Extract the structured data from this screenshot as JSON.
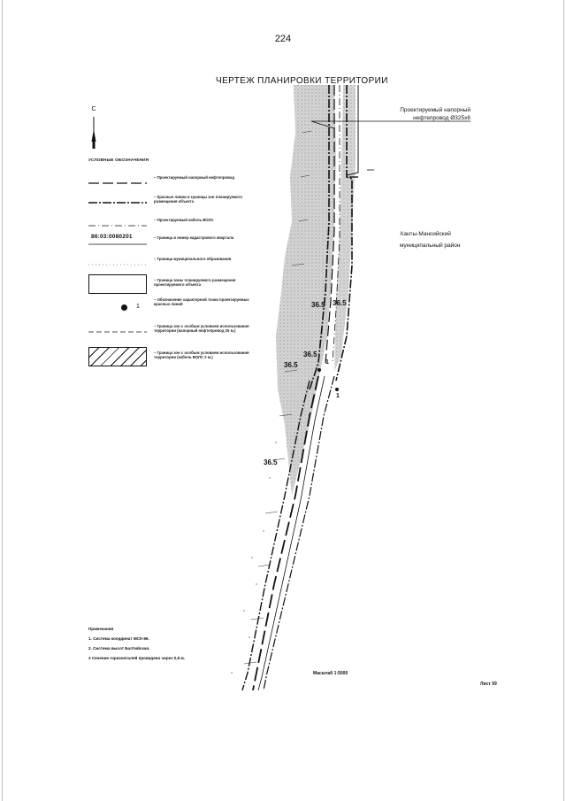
{
  "page_number": "224",
  "title": "ЧЕРТЕЖ ПЛАНИРОВКИ ТЕРРИТОРИИ",
  "north_label": "С",
  "legend": {
    "title": "УСЛОВНЫЕ ОБОЗНАЧЕНИЯ",
    "items": [
      {
        "text": "– Проектируемый напорный нефтепровод"
      },
      {
        "text": "– Красные линии и границы зон планируемого размещения объекта"
      },
      {
        "text": "– Проектируемый кабель ВОЛС"
      },
      {
        "text": "– Граница и номер кадастрового квартала",
        "symbol_text": "86:03:0080201"
      },
      {
        "text": "– Граница муниципального образования"
      },
      {
        "text": "– Граница зоны планируемого размещения проектируемого объекта"
      },
      {
        "text": "– Обозначение характерной точки проектируемых красных линий",
        "symbol_text": "1"
      },
      {
        "text": "– Граница зон с особым условием использования территории (напорный нефтепровод 25 м.)"
      },
      {
        "text": "– Граница зон с особым условием использования территории (кабель ВОЛС 2 м.)"
      }
    ]
  },
  "map": {
    "pipeline_callout": [
      "Проектируемый напорный",
      "нефтепровод Ø325х6"
    ],
    "region_label": [
      "Ханты-Мансийский",
      "муниципальный район"
    ],
    "contour_labels": [
      "36.5",
      "36.5",
      "36.5",
      "36.5",
      "36.5"
    ],
    "point_labels": [
      "1",
      "1"
    ]
  },
  "notes": {
    "title": "Примечания",
    "items": [
      "1. Система координат МСК-86.",
      "2. Система высот Балтийская.",
      "3 Сечение горизонталей проведено через 0,5 м."
    ]
  },
  "scale": "Масштаб 1:5000",
  "sheet": "Лист 59"
}
